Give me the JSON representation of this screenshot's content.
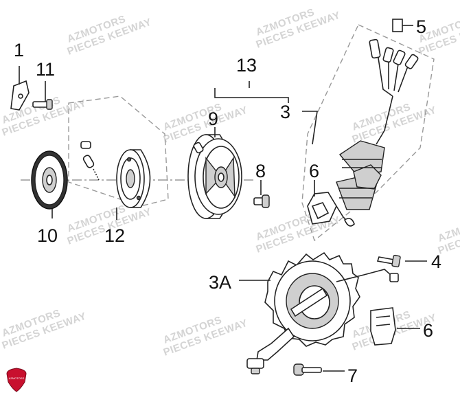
{
  "watermark": {
    "line1": "AZMOTORS",
    "line2": "PIECES KEEWAY"
  },
  "callouts": {
    "c1": "1",
    "c11": "11",
    "c13": "13",
    "c9": "9",
    "c3": "3",
    "c5": "5",
    "c8": "8",
    "c6a": "6",
    "c10": "10",
    "c12": "12",
    "c4": "4",
    "c3a": "3A",
    "c6b": "6",
    "c7": "7"
  },
  "logo": {
    "text": "AZMOTORS",
    "color": "#c8102e"
  }
}
